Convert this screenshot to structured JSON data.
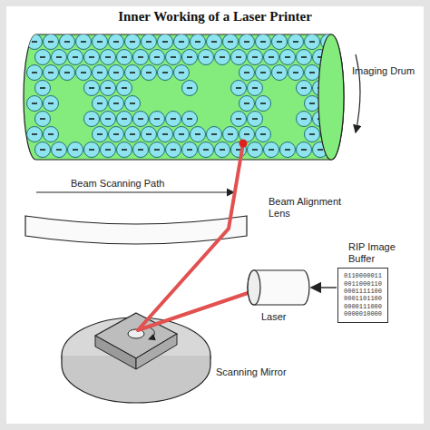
{
  "diagram": {
    "title": "Inner Working of a Laser Printer",
    "nodes": [
      {
        "text": [
          "Laser"
        ]
      },
      {
        "text": [
          "RIP Image Buffer",
          "0110000011 0011000110 0001111100 0001101100 0000111000 0000010000"
        ]
      }
    ],
    "edges": [
      {
        "from": 1,
        "to": 0,
        "arrow": "to"
      }
    ],
    "labels": [
      "Imaging Drum",
      "Beam Scanning Path",
      "Beam Alignment Lens",
      "Scanning Mirror"
    ]
  }
}
